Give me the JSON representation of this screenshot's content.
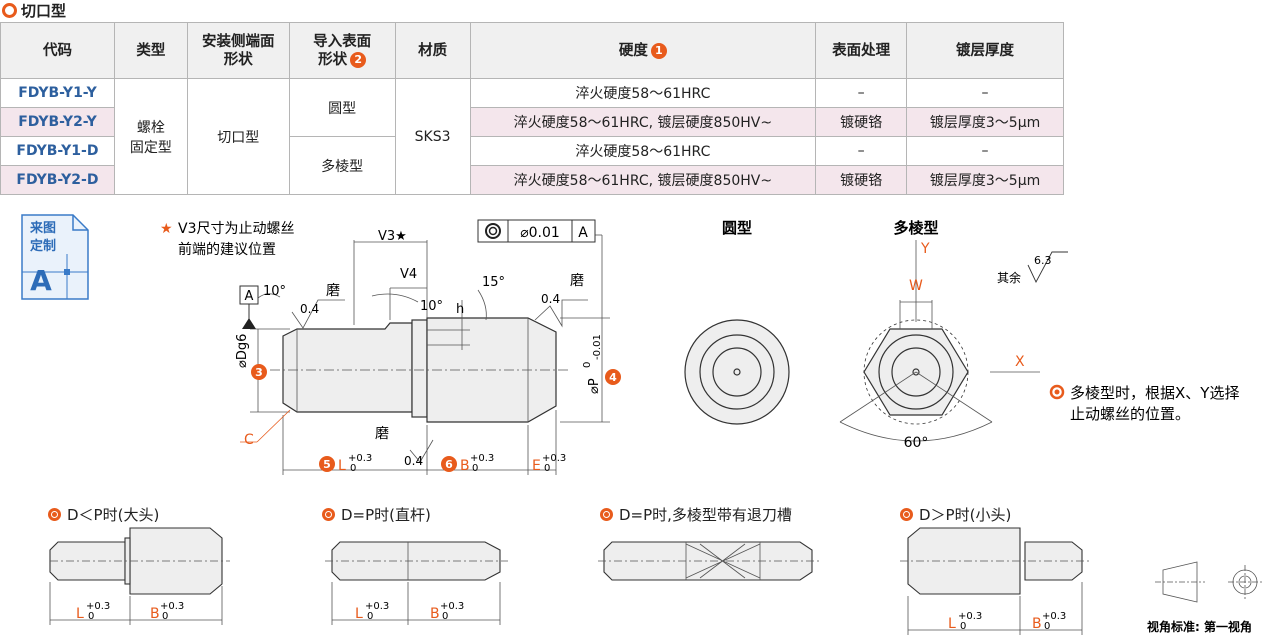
{
  "section_title": "切口型",
  "table": {
    "headers": {
      "code": "代码",
      "type": "类型",
      "mount_shape": [
        "安装侧端面",
        "形状"
      ],
      "lead_shape": [
        "导入表面",
        "形状"
      ],
      "lead_badge": "2",
      "material": "材质",
      "hardness": "硬度",
      "hardness_badge": "1",
      "surface": "表面处理",
      "coating": "镀层厚度"
    },
    "merged": {
      "type": [
        "螺栓",
        "固定型"
      ],
      "mount_shape": "切口型",
      "lead_round": "圆型",
      "lead_poly": "多棱型",
      "material": "SKS3"
    },
    "rows": [
      {
        "code": "FDYB-Y1-Y",
        "hardness": "淬火硬度58～61HRC",
        "surface": "–",
        "coating": "–"
      },
      {
        "code": "FDYB-Y2-Y",
        "hardness": "淬火硬度58～61HRC, 镀层硬度850HV~",
        "surface": "镀硬铬",
        "coating": "镀层厚度3～5μm"
      },
      {
        "code": "FDYB-Y1-D",
        "hardness": "淬火硬度58～61HRC",
        "surface": "–",
        "coating": "–"
      },
      {
        "code": "FDYB-Y2-D",
        "hardness": "淬火硬度58～61HRC, 镀层硬度850HV~",
        "surface": "镀硬铬",
        "coating": "镀层厚度3～5μm"
      }
    ]
  },
  "custom_badge": {
    "line1": "来图",
    "line2": "定制",
    "letter": "A"
  },
  "main_drawing": {
    "note_star": "★",
    "note_line1": "V3尺寸为止动螺丝",
    "note_line2": "前端的建议位置",
    "datum": "A",
    "angle_10a": "10°",
    "angle_10b": "10°",
    "angle_15": "15°",
    "rough_04": "0.4",
    "grind": "磨",
    "v3": "V3★",
    "v4": "V4",
    "h": "h",
    "tol_symbol": "◎",
    "tol_value": "⌀0.01",
    "tol_datum": "A",
    "d_label": "⌀Dg6",
    "p_label": "⌀P",
    "p_tol_upper": "0",
    "p_tol_lower": "-0.01",
    "c_label": "C",
    "l_label": "L",
    "b_label": "B",
    "e_label": "E",
    "tol_upper": "+0.3",
    "tol_lower": "0",
    "badge3": "3",
    "badge4": "4",
    "badge5": "5",
    "badge6": "6"
  },
  "end_views": {
    "round_title": "圆型",
    "poly_title": "多棱型",
    "y_label": "Y",
    "x_label": "X",
    "w_label": "W",
    "angle_60": "60°",
    "roughness_value": "6.3",
    "roughness_rest": "其余",
    "note_line1": "多棱型时，根据X、Y选择",
    "note_line2": "止动螺丝的位置。"
  },
  "variants": [
    {
      "title": "D＜P时(大头)"
    },
    {
      "title": "D=P时(直杆)"
    },
    {
      "title": "D=P时,多棱型带有退刀槽"
    },
    {
      "title": "D＞P时(小头)"
    }
  ],
  "projection_label": "视角标准: 第一视角",
  "colors": {
    "accent": "#e85b1c",
    "code_blue": "#2d5f9e",
    "row_pink": "#f4e6ec",
    "header_gray": "#f0f0f0",
    "badge_blue": "#3a7bc8"
  }
}
